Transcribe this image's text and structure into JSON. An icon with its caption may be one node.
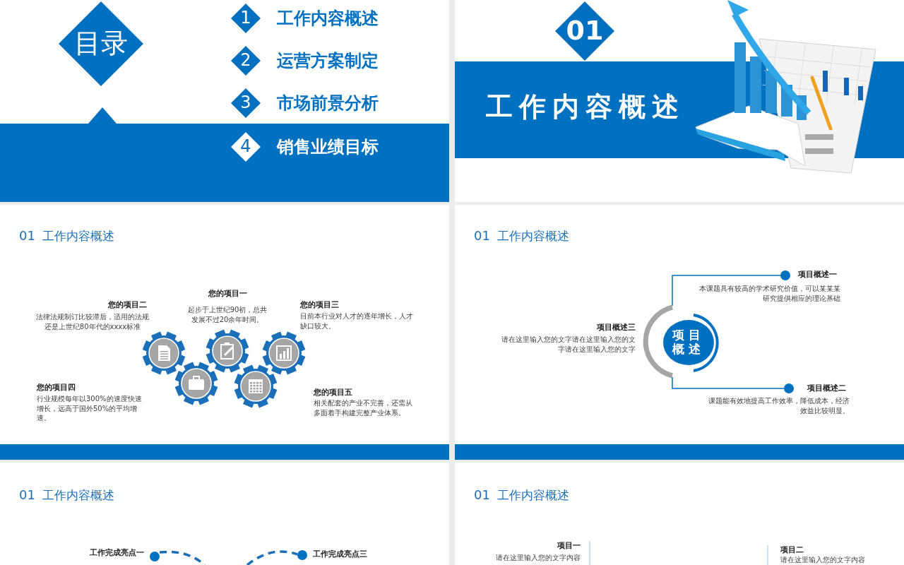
{
  "diagram": {
    "nodes": [
      {
        "text": [
          "目录"
        ]
      },
      {
        "text": [
          "1"
        ],
        "beside": [
          "工作内容概述"
        ]
      },
      {
        "text": [
          "2"
        ],
        "beside": [
          "运营方案制定"
        ]
      },
      {
        "text": [
          "3"
        ],
        "beside": [
          "市场前景分析"
        ]
      },
      {
        "text": [
          "4"
        ],
        "beside": [
          "销售业绩目标"
        ]
      },
      {
        "text": [
          "01"
        ]
      },
      {
        "text": [
          "项目概述"
        ]
      }
    ],
    "labels": [
      "工作内容概述",
      "01",
      "工作内容概述",
      "01",
      "工作内容概述",
      "您的项目一",
      "起步于上世纪90初，总共发展不过20余年时间。",
      "您的项目二",
      "法律法规制订比较滞后，适用的法规还是上世纪80年代的xxxx标准",
      "您的项目三",
      "目前本行业对人才的逐年增长，人才缺口较大。",
      "您的项目四",
      "行业规模每年以300%的速度快速增长，远高于国外50%的平均增速。",
      "您的项目五",
      "相关配套的产业不完善，还需从多面着手构建完整产业体系。",
      "项目概述一",
      "本课题具有较高的学术研究价值，可以某某某研究提供相应的理论基础",
      "项目概述三",
      "请在这里输入您的文字请在这里输入您的文字请在这里输入您的文字",
      "项目概述二",
      "课题能有效地提高工作效率，降低成本，经济效益比较明显。",
      "01",
      "工作内容概述",
      "01",
      "工作内容概述",
      "工作完成亮点一",
      "工作完成亮点三",
      "项目一",
      "请在这里输入您的文字内容",
      "项目二",
      "请在这里输入您的文字内容"
    ]
  }
}
